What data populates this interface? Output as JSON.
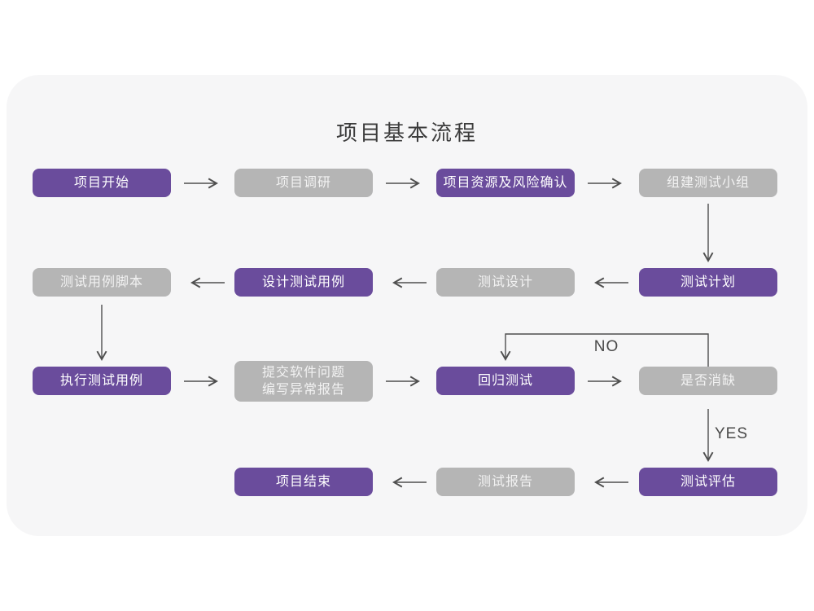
{
  "title": "项目基本流程",
  "colors": {
    "accent_purple": "#6a4c9c",
    "node_gray": "#b5b5b5",
    "card_background": "#f6f6f7",
    "arrow": "#4f4f4f",
    "title_text": "#3c3c3c"
  },
  "nodes": [
    {
      "id": "project-start",
      "label": "项目开始",
      "variant": "purple"
    },
    {
      "id": "project-research",
      "label": "项目调研",
      "variant": "gray"
    },
    {
      "id": "resource-risk",
      "label": "项目资源及风险确认",
      "variant": "purple"
    },
    {
      "id": "build-test-team",
      "label": "组建测试小组",
      "variant": "gray"
    },
    {
      "id": "test-plan",
      "label": "测试计划",
      "variant": "purple"
    },
    {
      "id": "test-design",
      "label": "测试设计",
      "variant": "gray"
    },
    {
      "id": "design-test-cases",
      "label": "设计测试用例",
      "variant": "purple"
    },
    {
      "id": "test-case-script",
      "label": "测试用例脚本",
      "variant": "gray"
    },
    {
      "id": "execute-test-cases",
      "label": "执行测试用例",
      "variant": "purple"
    },
    {
      "id": "submit-issues-report",
      "label": "提交软件问题\n编写异常报告",
      "variant": "gray"
    },
    {
      "id": "regression-test",
      "label": "回归测试",
      "variant": "purple"
    },
    {
      "id": "defect-cleared",
      "label": "是否消缺",
      "variant": "gray"
    },
    {
      "id": "test-evaluation",
      "label": "测试评估",
      "variant": "purple"
    },
    {
      "id": "test-report",
      "label": "测试报告",
      "variant": "gray"
    },
    {
      "id": "project-end",
      "label": "项目结束",
      "variant": "purple"
    }
  ],
  "edge_labels": {
    "no": "NO",
    "yes": "YES"
  }
}
